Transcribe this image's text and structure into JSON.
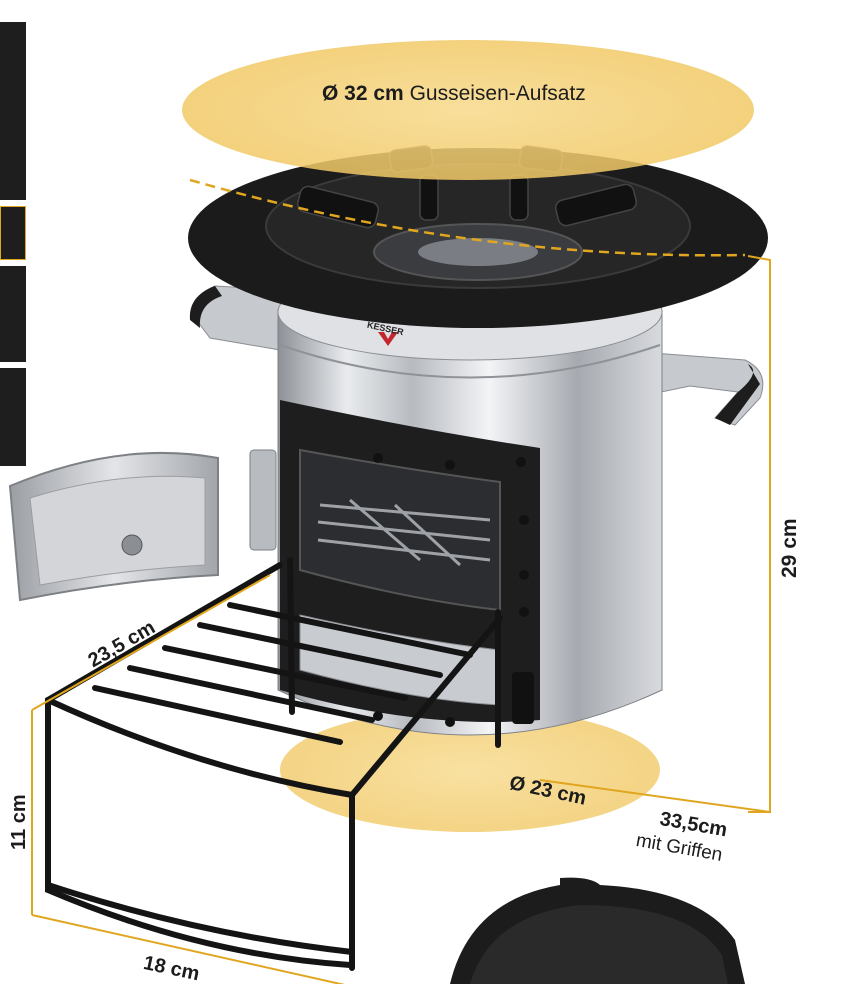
{
  "brand": {
    "logo_text": "KESSER"
  },
  "dimensions": {
    "top_attachment_size": "Ø 32 cm",
    "top_attachment_name": "Gusseisen-Aufsatz",
    "height": "29 cm",
    "frame_depth": "23,5 cm",
    "bottom_diameter": "Ø 23 cm",
    "width_with_handles": "33,5cm",
    "width_note": "mit Griffen",
    "frame_height": "11 cm",
    "frame_width": "18 cm"
  },
  "colors": {
    "accent_gold": "#f2c14e",
    "accent_gold_line": "#e0a61f",
    "stove_steel": "#c9ccd0",
    "cast_iron": "#1b1b1b"
  }
}
